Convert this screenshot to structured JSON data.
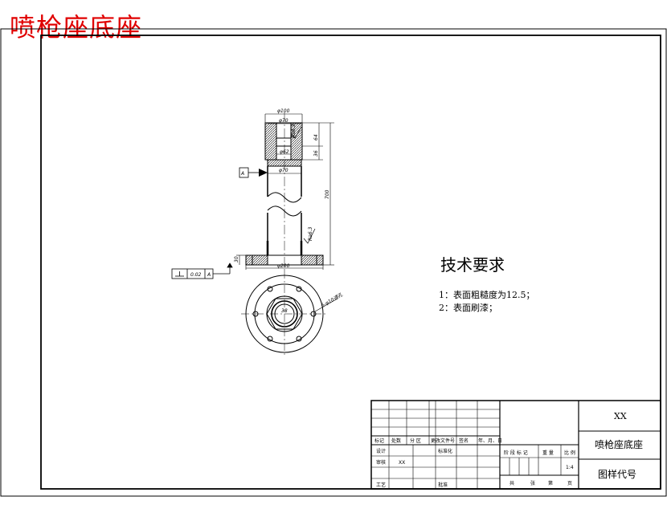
{
  "page_title": "喷枪座底座",
  "part_dimensions": {
    "top_outer_dia": "φ100",
    "top_inner_dia": "φ70",
    "groove_dia": "φ62",
    "bore_dia": "φ70",
    "base_dia": "φ200",
    "height_top": "64",
    "height_step": "36",
    "height_total": "700",
    "bottom_height": "30"
  },
  "roughness_label": "Ra6.3",
  "datum_label": "A",
  "tolerance": {
    "value": "0.02",
    "datum": "A"
  },
  "view_annotation": {
    "inner_dia": "38",
    "hole_note": "6-φ10通孔"
  },
  "tech_requirements": {
    "heading": "技术要求",
    "items": [
      "1：表面粗糙度为12.5；",
      "2：表面刷漆；"
    ]
  },
  "title_block": {
    "material_mark": "XX",
    "part_name": "喷枪座底座",
    "drawing_code_label": "图样代号",
    "revision_headers": [
      "标记",
      "处数",
      "分 区",
      "更改文件号",
      "签名",
      "年、月、日"
    ],
    "left_labels": [
      "设计",
      "审核",
      "工艺"
    ],
    "standardization_label": "标准化",
    "approve_label": "批准",
    "designer_name": "XX",
    "stage_headers": [
      "阶 段 标 记",
      "重 量",
      "比 例"
    ],
    "scale_value": "1:4",
    "sheet_labels": [
      "共",
      "张",
      "第",
      "页"
    ]
  }
}
